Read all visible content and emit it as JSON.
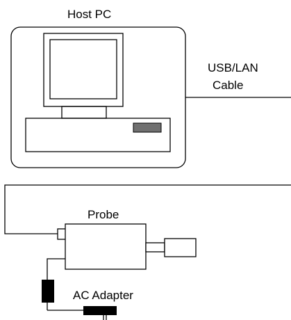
{
  "diagram": {
    "labels": {
      "host_pc": "Host PC",
      "cable_line1": "USB/LAN",
      "cable_line2": "Cable",
      "probe": "Probe",
      "ac_adapter": "AC Adapter"
    },
    "colors": {
      "stroke": "#000000",
      "background": "#ffffff",
      "drive_slot": "#707070",
      "adapter_fill": "#000000"
    },
    "icons": [
      "computer-monitor-icon",
      "ac-adapter-icon"
    ]
  }
}
